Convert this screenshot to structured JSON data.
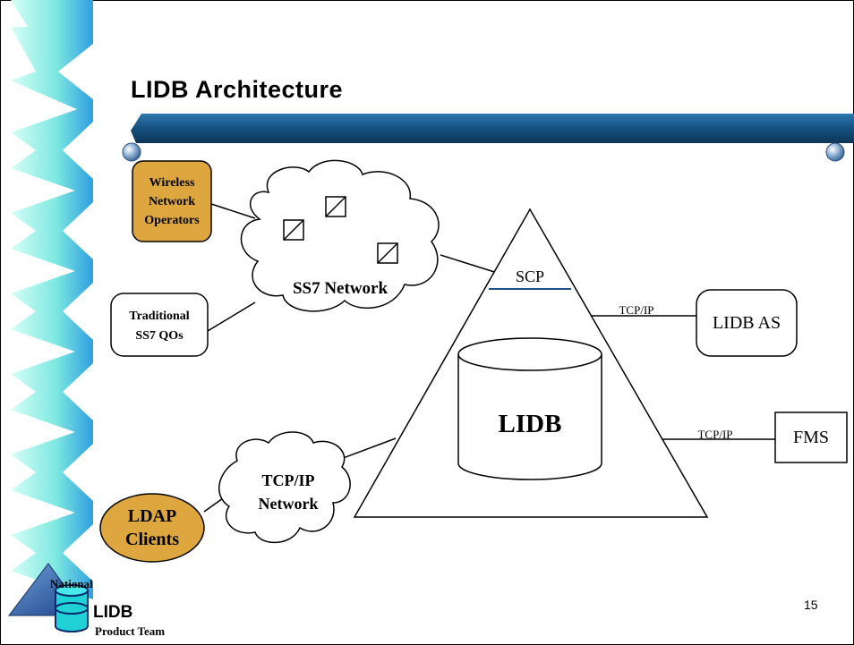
{
  "slide": {
    "title": "LIDB Architecture",
    "page_number": "15"
  },
  "nodes": {
    "wireless": "Wireless Network Operators",
    "wireless_lines": [
      "Wireless",
      "Network",
      "Operators"
    ],
    "ss7_network": "SS7 Network",
    "traditional": [
      "Traditional",
      "SS7 QOs"
    ],
    "scp": "SCP",
    "lidb": "LIDB",
    "lidb_as": "LIDB AS",
    "fms": "FMS",
    "tcpip_network": [
      "TCP/IP",
      "Network"
    ],
    "ldap_clients": [
      "LDAP",
      "Clients"
    ]
  },
  "edges": {
    "tcpip_to_lidb_as": "TCP/IP",
    "tcpip_to_fms": "TCP/IP"
  },
  "logo": {
    "line1": "National",
    "line2": "LIDB",
    "line3": "Product Team"
  },
  "colors": {
    "orange_node": "#DDA63F",
    "title_bar": "#1E5A8C",
    "chevron_light": "#C8FFF4",
    "chevron_dark": "#3AAFE6"
  }
}
